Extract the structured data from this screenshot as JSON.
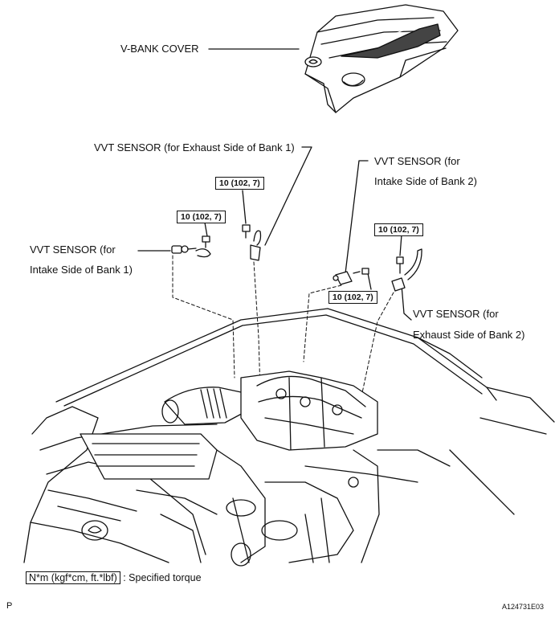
{
  "labels": {
    "v_bank_cover": "V-BANK COVER",
    "vvt_exhaust_bank1": "VVT SENSOR (for Exhaust Side of Bank 1)",
    "vvt_intake_bank2_line1": "VVT SENSOR (for",
    "vvt_intake_bank2_line2": "Intake Side of Bank 2)",
    "vvt_intake_bank1_line1": "VVT SENSOR (for",
    "vvt_intake_bank1_line2": "Intake Side of Bank 1)",
    "vvt_exhaust_bank2_line1": "VVT SENSOR (for",
    "vvt_exhaust_bank2_line2": "Exhaust Side of Bank 2)"
  },
  "torque": {
    "bank1_exhaust": "10 (102, 7)",
    "bank1_intake": "10 (102, 7)",
    "bank2_intake": "10 (102, 7)",
    "bank2_exhaust": "10 (102, 7)"
  },
  "legend": {
    "unit": "N*m (kgf*cm, ft.*lbf)",
    "text": ": Specified torque"
  },
  "footer": {
    "left_code": "P",
    "figure_id": "A124731E03"
  }
}
